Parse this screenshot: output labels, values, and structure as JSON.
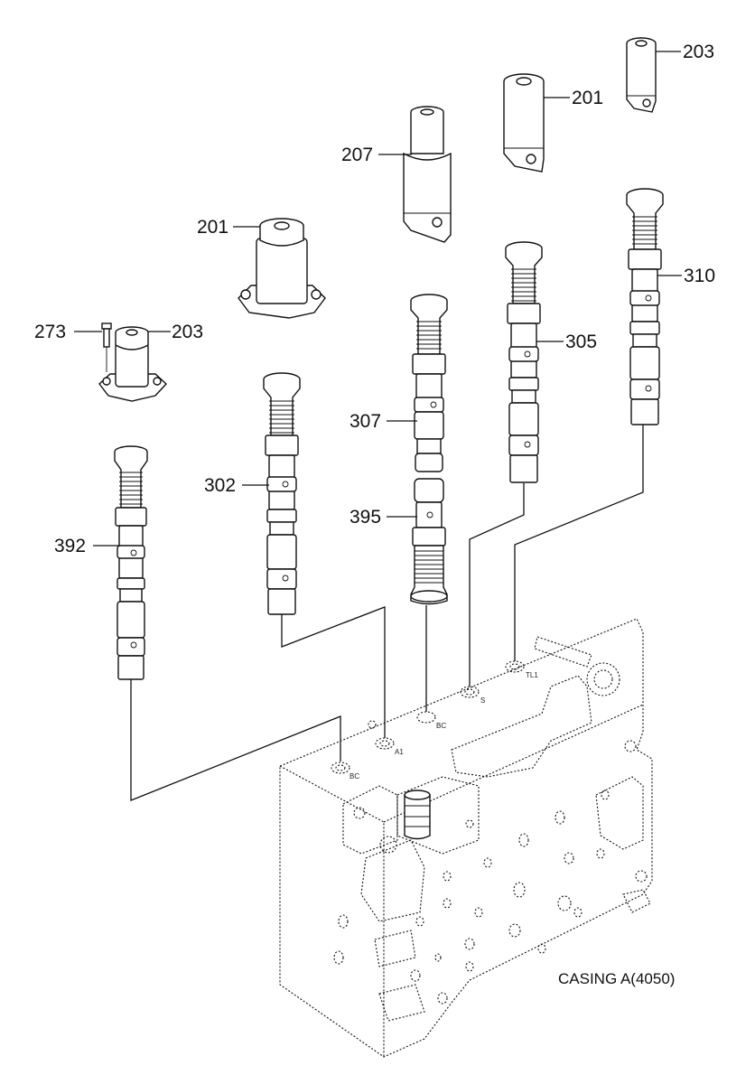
{
  "callouts": {
    "c203_top": "203",
    "c201_top": "201",
    "c207": "207",
    "c201_left": "201",
    "c273": "273",
    "c203_left": "203",
    "c310": "310",
    "c305": "305",
    "c307": "307",
    "c302": "302",
    "c395": "395",
    "c392": "392"
  },
  "caption": "CASING A(4050)",
  "ports": {
    "p1": "BC",
    "p2": "A1",
    "p3": "BC",
    "p4": "S",
    "p5": "TL1"
  }
}
